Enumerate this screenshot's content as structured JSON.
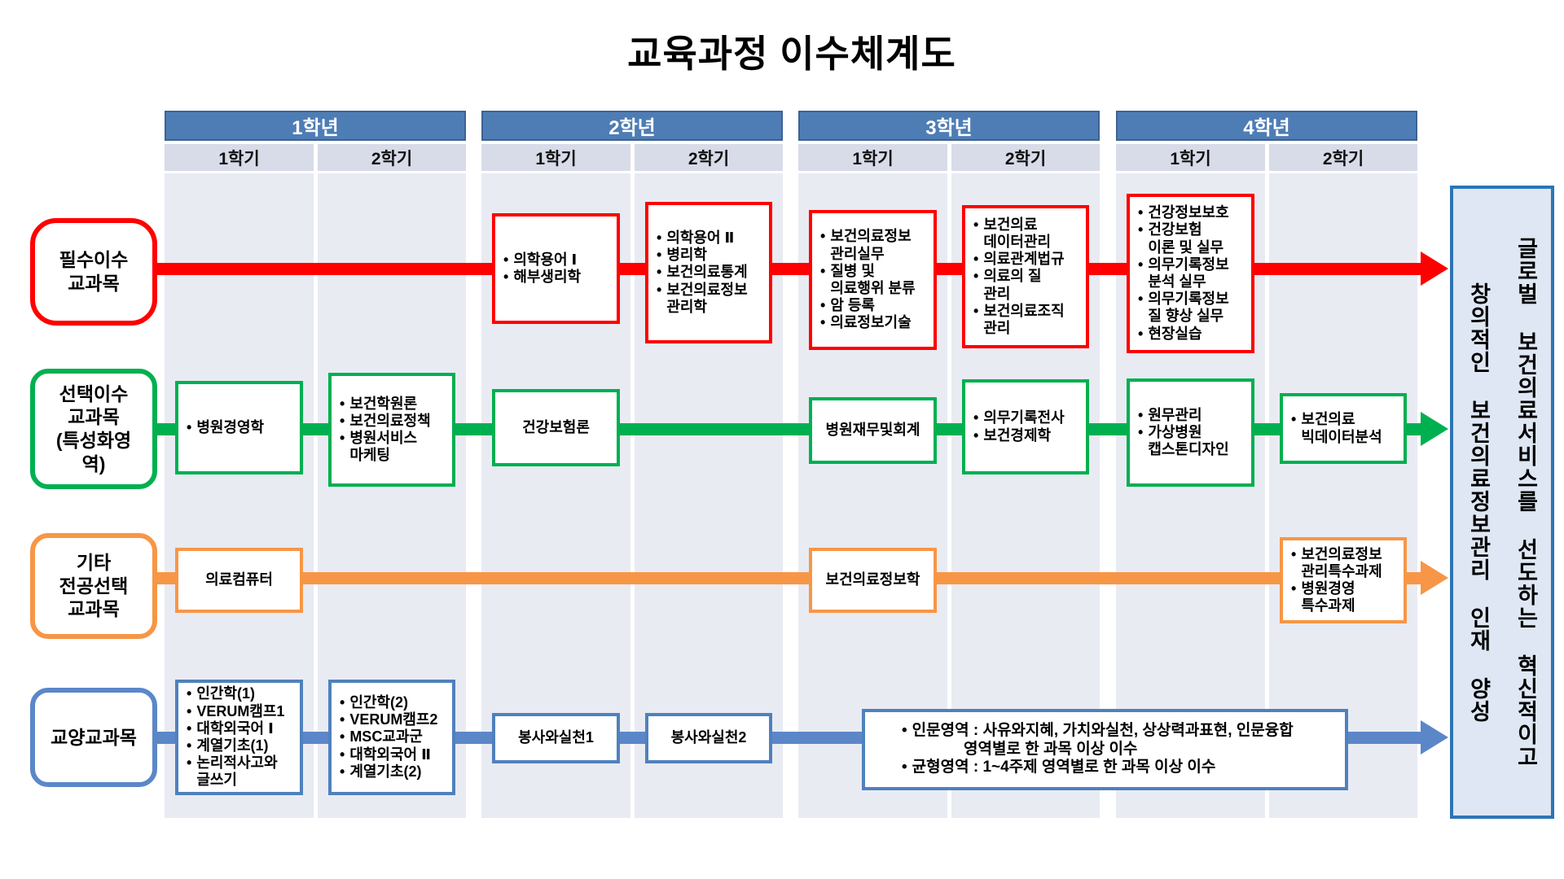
{
  "title": "교육과정 이수체계도",
  "colors": {
    "year_header_bg": "#4e7db5",
    "semester_header_bg": "#d8dbe8",
    "column_body_bg": "#e9ebf3",
    "banner_border": "#2e74b5",
    "banner_bg": "#dee7f3"
  },
  "years": [
    {
      "label": "1학년",
      "semesters": [
        "1학기",
        "2학기"
      ]
    },
    {
      "label": "2학년",
      "semesters": [
        "1학기",
        "2학기"
      ]
    },
    {
      "label": "3학년",
      "semesters": [
        "1학기",
        "2학기"
      ]
    },
    {
      "label": "4학년",
      "semesters": [
        "1학기",
        "2학기"
      ]
    }
  ],
  "banner": {
    "text": "글로벌 보건의료서비스를 선도하는 혁신적이고\n창의적인 보건의료정보관리 인재 양성"
  },
  "rows": [
    {
      "id": "required",
      "label": "필수이수\n교과목",
      "color": "#ff0000",
      "box_border": "#ff0000",
      "boxes": [
        {
          "col": "y2s1",
          "style": "bullet",
          "items": [
            "의학용어 Ⅰ",
            "해부생리학"
          ]
        },
        {
          "col": "y2s2",
          "style": "bullet",
          "items": [
            "의학용어 Ⅱ",
            "병리학",
            "보건의료통계",
            "보건의료정보\n관리학"
          ]
        },
        {
          "col": "y3s1",
          "style": "bullet",
          "items": [
            "보건의료정보\n관리실무",
            "질병 및\n의료행위 분류",
            "암 등록",
            "의료정보기술"
          ]
        },
        {
          "col": "y3s2",
          "style": "bullet",
          "items": [
            "보건의료\n데이터관리",
            "의료관계법규",
            "의료의 질\n관리",
            "보건의료조직\n관리"
          ]
        },
        {
          "col": "y4s1",
          "style": "bullet",
          "items": [
            "건강정보보호",
            "건강보험\n이론 및 실무",
            "의무기록정보\n분석 실무",
            "의무기록정보\n질 향상 실무",
            "현장실습"
          ]
        }
      ]
    },
    {
      "id": "elective",
      "label": "선택이수\n교과목\n(특성화영\n역)",
      "color": "#00b050",
      "box_border": "#00b050",
      "boxes": [
        {
          "col": "y1s1",
          "style": "bullet",
          "items": [
            "병원경영학"
          ]
        },
        {
          "col": "y1s2",
          "style": "bullet",
          "items": [
            "보건학원론",
            "보건의료정책",
            "병원서비스\n마케팅"
          ]
        },
        {
          "col": "y2s1",
          "style": "center",
          "items": [
            "건강보험론"
          ]
        },
        {
          "col": "y3s1",
          "style": "center",
          "items": [
            "병원재무및회계"
          ]
        },
        {
          "col": "y3s2",
          "style": "bullet",
          "items": [
            "의무기록전사",
            "보건경제학"
          ]
        },
        {
          "col": "y4s1",
          "style": "bullet",
          "items": [
            "원무관리",
            "가상병원\n캡스톤디자인"
          ]
        },
        {
          "col": "y4s2",
          "style": "bullet",
          "items": [
            "보건의료\n빅데이터분석"
          ]
        }
      ]
    },
    {
      "id": "other",
      "label": "기타\n전공선택\n교과목",
      "color": "#f79646",
      "box_border": "#f79646",
      "boxes": [
        {
          "col": "y1s1",
          "style": "center",
          "items": [
            "의료컴퓨터"
          ]
        },
        {
          "col": "y3s1",
          "style": "center",
          "items": [
            "보건의료정보학"
          ]
        },
        {
          "col": "y4s2",
          "style": "bullet",
          "items": [
            "보건의료정보\n관리특수과제",
            "병원경영\n특수과제"
          ]
        }
      ]
    },
    {
      "id": "liberal",
      "label": "교양교과목",
      "color": "#5b87c9",
      "box_border": "#4f81bd",
      "boxes": [
        {
          "col": "y1s1",
          "style": "bullet",
          "items": [
            "인간학(1)",
            "VERUM캠프1",
            "대학외국어 Ⅰ",
            "계열기초(1)",
            "논리적사고와\n글쓰기"
          ]
        },
        {
          "col": "y1s2",
          "style": "bullet",
          "items": [
            "인간학(2)",
            "VERUM캠프2",
            "MSC교과군",
            "대학외국어 Ⅱ",
            "계열기초(2)"
          ]
        },
        {
          "col": "y2s1",
          "style": "center",
          "items": [
            "봉사와실천1"
          ]
        },
        {
          "col": "y2s2",
          "style": "center",
          "items": [
            "봉사와실천2"
          ]
        },
        {
          "col": "wide",
          "style": "bullet",
          "items": [
            "인문영역 : 사유와지혜, 가치와실천, 상상력과표현, 인문융합\n            영역별로 한 과목 이상 이수",
            "균형영역 : 1~4주제 영역별로 한 과목 이상 이수"
          ]
        }
      ]
    }
  ]
}
